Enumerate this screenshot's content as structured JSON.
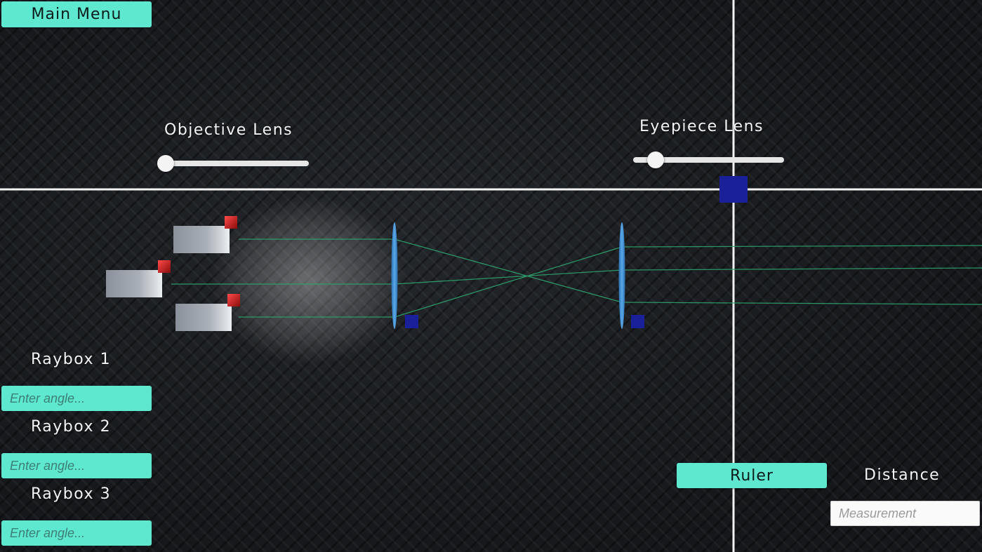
{
  "header": {
    "main_menu_label": "Main Menu"
  },
  "sliders": {
    "objective": {
      "label": "Objective Lens",
      "value": 0.0
    },
    "eyepiece": {
      "label": "Eyepiece Lens",
      "value": 0.13
    }
  },
  "rayboxes": [
    {
      "label": "Raybox 1",
      "placeholder": "Enter angle..."
    },
    {
      "label": "Raybox 2",
      "placeholder": "Enter angle..."
    },
    {
      "label": "Raybox 3",
      "placeholder": "Enter angle..."
    }
  ],
  "tools": {
    "ruler_label": "Ruler",
    "distance_label": "Distance",
    "measurement_placeholder": "Measurement"
  },
  "colors": {
    "button": "#5ee8d0",
    "ray": "#2fa36e",
    "lens": "#3f8fd6",
    "marker": "#1a1f9a",
    "raybox_cap": "#d11a1a"
  }
}
